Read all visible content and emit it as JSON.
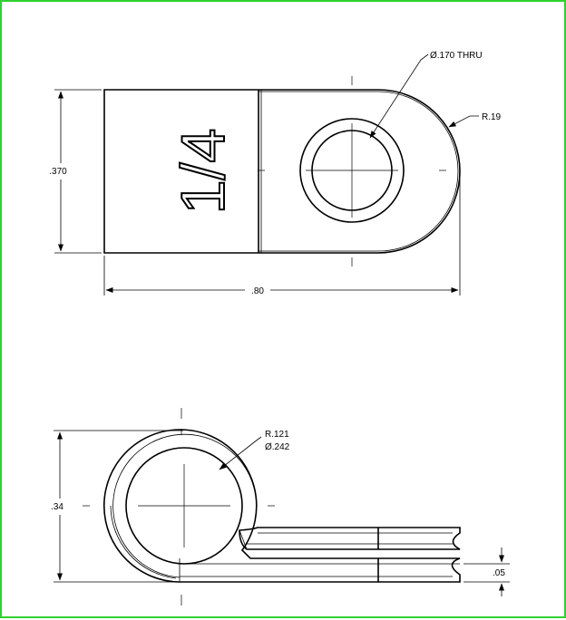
{
  "border_color": "#2fd12f",
  "top_view": {
    "marking": "1/4",
    "hole_note": "Ø.170 THRU",
    "end_radius": "R.19",
    "height_dim": ".370",
    "length_dim": ".80"
  },
  "side_view": {
    "bend_radius": "R.121",
    "bend_diameter": "Ø.242",
    "height_dim": ".34",
    "thickness_dim": ".05"
  }
}
